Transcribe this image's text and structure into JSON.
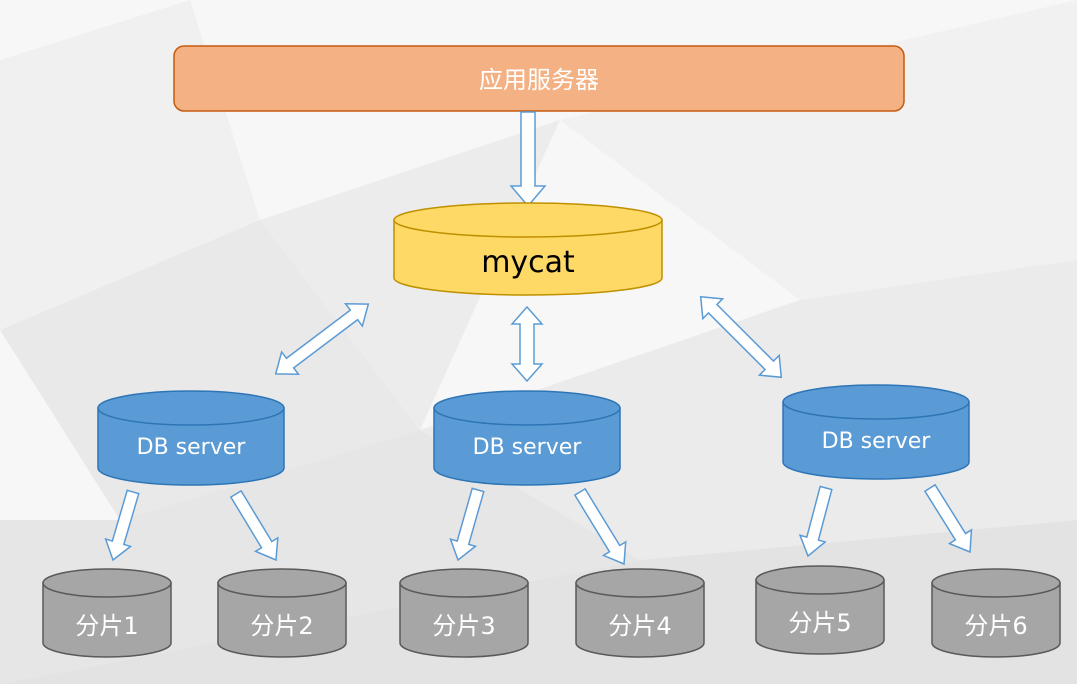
{
  "app_server": {
    "label": "应用服务器",
    "color": "#F4B183",
    "border": "#C55A11"
  },
  "mycat": {
    "label": "mycat",
    "color": "#FFD966",
    "border": "#BF9000"
  },
  "db_servers": [
    {
      "label": "DB server"
    },
    {
      "label": "DB server"
    },
    {
      "label": "DB server"
    }
  ],
  "db_color": "#5B9BD5",
  "db_border": "#2E75B6",
  "shards": [
    {
      "label": "分片1"
    },
    {
      "label": "分片2"
    },
    {
      "label": "分片3"
    },
    {
      "label": "分片4"
    },
    {
      "label": "分片5"
    },
    {
      "label": "分片6"
    }
  ],
  "shard_color": "#A6A6A6",
  "shard_border": "#595959",
  "arrow_stroke": "#5B9BD5"
}
